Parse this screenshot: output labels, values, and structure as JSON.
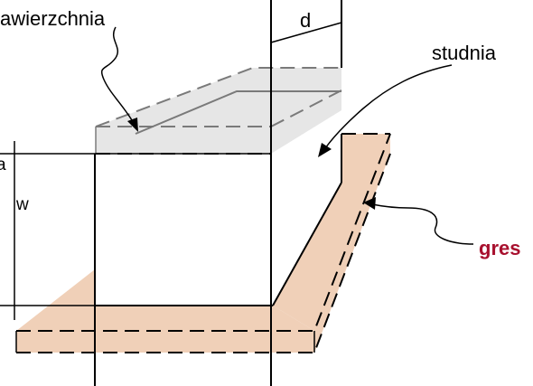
{
  "labels": {
    "surface": "awierzchnia",
    "distance": "d",
    "well": "studnia",
    "height": "w",
    "left_edge_mark": "a",
    "stoneware": "gres"
  },
  "colors": {
    "stoneware_fill": "#f0d0b8",
    "surface_fill": "#e6e6e6",
    "accent_text": "#a8102e",
    "line": "#000000",
    "surface_line": "#7a7a7a"
  }
}
